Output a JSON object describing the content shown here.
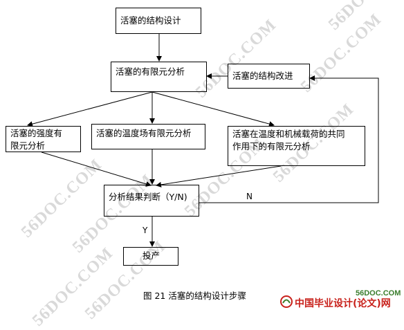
{
  "watermark": "56DOC.COM",
  "boxes": {
    "design": "活塞的结构设计",
    "fea": "活塞的有限元分析",
    "improve": "活塞的结构改进",
    "strength": "活塞的强度有\n限元分析",
    "temperature": "活塞的温度场有限元分析",
    "combined": "活塞在温度和机械载荷的共同\n作用下的有限元分析",
    "judge": "分析结果判断（Y/N)",
    "production": "投产"
  },
  "labels": {
    "no": "N",
    "yes": "Y"
  },
  "caption": "图 21 活塞的结构设计步骤",
  "logo": {
    "site": "56DOC.COM",
    "text": "中国毕业设计(论文)网"
  },
  "colors": {
    "line": "#000000",
    "watermark": "#d9d9d9",
    "logo_red": "#c8211b",
    "logo_green": "#3a7d2c"
  }
}
